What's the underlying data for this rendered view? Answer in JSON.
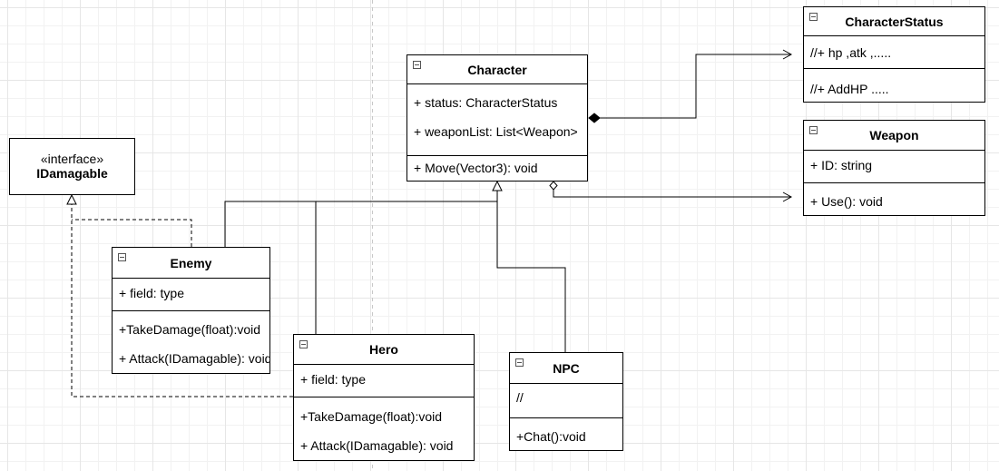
{
  "diagram": {
    "interface": {
      "stereotype": "«interface»",
      "name": "IDamagable"
    },
    "classes": {
      "character": {
        "name": "Character",
        "attributes": [
          "+ status: CharacterStatus",
          "+ weaponList: List<Weapon>"
        ],
        "methods": [
          "+ Move(Vector3): void"
        ]
      },
      "characterStatus": {
        "name": "CharacterStatus",
        "attributes": [
          "//+ hp ,atk ,....."
        ],
        "methods": [
          "//+ AddHP ....."
        ]
      },
      "weapon": {
        "name": "Weapon",
        "attributes": [
          "+ ID: string"
        ],
        "methods": [
          "+ Use(): void"
        ]
      },
      "enemy": {
        "name": "Enemy",
        "attributes": [
          "+ field: type"
        ],
        "methods": [
          "+TakeDamage(float):void",
          "+ Attack(IDamagable): void"
        ]
      },
      "hero": {
        "name": "Hero",
        "attributes": [
          "+ field: type"
        ],
        "methods": [
          "+TakeDamage(float):void",
          "+ Attack(IDamagable): void"
        ]
      },
      "npc": {
        "name": "NPC",
        "attributes": [
          "//"
        ],
        "methods": [
          "+Chat():void"
        ]
      }
    }
  }
}
